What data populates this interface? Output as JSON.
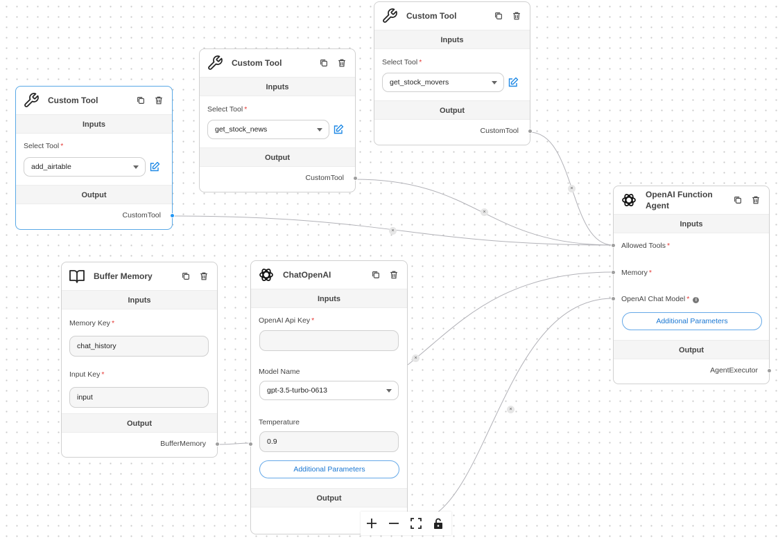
{
  "nodes": {
    "custom_tool_1": {
      "title": "Custom Tool",
      "inputs_header": "Inputs",
      "select_label": "Select Tool",
      "required_mark": "*",
      "selected_tool": "add_airtable",
      "output_header": "Output",
      "output_label": "CustomTool"
    },
    "custom_tool_2": {
      "title": "Custom Tool",
      "inputs_header": "Inputs",
      "select_label": "Select Tool",
      "required_mark": "*",
      "selected_tool": "get_stock_news",
      "output_header": "Output",
      "output_label": "CustomTool"
    },
    "custom_tool_3": {
      "title": "Custom Tool",
      "inputs_header": "Inputs",
      "select_label": "Select Tool",
      "required_mark": "*",
      "selected_tool": "get_stock_movers",
      "output_header": "Output",
      "output_label": "CustomTool"
    },
    "buffer_memory": {
      "title": "Buffer Memory",
      "inputs_header": "Inputs",
      "memory_key_label": "Memory Key",
      "memory_key_value": "chat_history",
      "input_key_label": "Input Key",
      "input_key_value": "input",
      "required_mark": "*",
      "output_header": "Output",
      "output_label": "BufferMemory"
    },
    "chat_openai": {
      "title": "ChatOpenAI",
      "inputs_header": "Inputs",
      "api_key_label": "OpenAI Api Key",
      "api_key_value": "",
      "model_label": "Model Name",
      "model_value": "gpt-3.5-turbo-0613",
      "temperature_label": "Temperature",
      "temperature_value": "0.9",
      "required_mark": "*",
      "additional_params": "Additional Parameters",
      "output_header": "Output"
    },
    "agent": {
      "title": "OpenAI Function Agent",
      "inputs_header": "Inputs",
      "allowed_tools_label": "Allowed Tools",
      "memory_label": "Memory",
      "chat_model_label": "OpenAI Chat Model",
      "info_glyph": "i",
      "required_mark": "*",
      "additional_params": "Additional Parameters",
      "output_header": "Output",
      "output_label": "AgentExecutor"
    }
  },
  "edge_delete_glyph": "×",
  "icons": {
    "tool": "wrench-icon",
    "memory": "book-icon",
    "openai": "openai-logo-icon",
    "copy": "copy-icon",
    "delete": "trash-icon",
    "edit": "edit-icon"
  },
  "controls": [
    "zoom-in-icon",
    "zoom-out-icon",
    "fit-view-icon",
    "lock-icon"
  ],
  "colors": {
    "accent": "#1976d2",
    "selected_border": "#58a8e6",
    "required": "#e53935",
    "edge": "#b1b1b7"
  }
}
